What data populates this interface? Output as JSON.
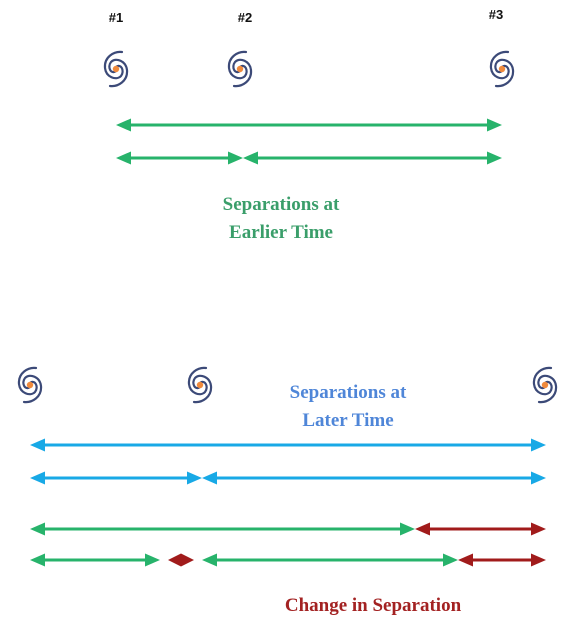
{
  "galaxy_labels": [
    "#1",
    "#2",
    "#3"
  ],
  "captions": {
    "earlier": [
      "Separations at",
      "Earlier Time"
    ],
    "later": [
      "Separations at",
      "Later Time"
    ],
    "change": "Change in Separation"
  },
  "colors": {
    "earlier_arrows": "#27b36b",
    "later_arrows": "#18a9e6",
    "change_arrows": "#a11b1b",
    "galaxy_arm": "#3c4a78",
    "galaxy_core": "#f08a3c"
  },
  "icons": [
    "spiral-galaxy-icon"
  ]
}
